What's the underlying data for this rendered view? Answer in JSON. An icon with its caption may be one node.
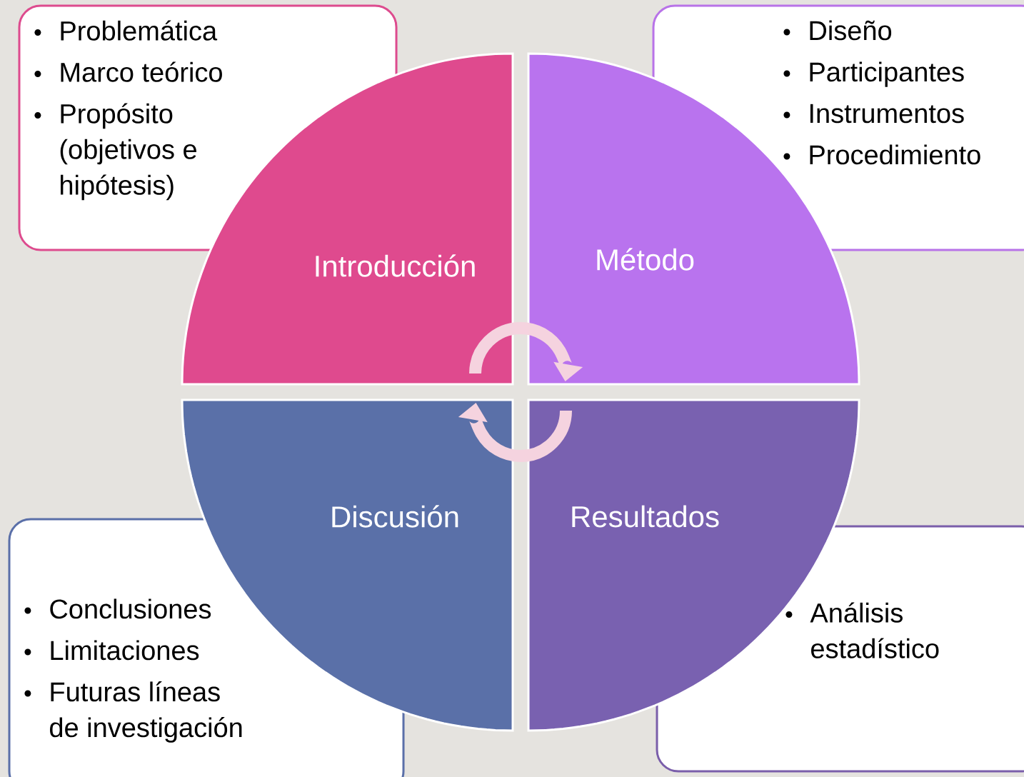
{
  "diagram": {
    "nodes": [
      {
        "text": [
          "Problemática",
          "Marco teórico",
          "Propósito (objetivos e hipótesis)"
        ]
      },
      {
        "text": [
          "Diseño",
          "Participantes",
          "Instrumentos",
          "Procedimiento"
        ]
      },
      {
        "text": [
          "Introducción"
        ]
      },
      {
        "text": [
          "Método"
        ]
      },
      {
        "text": [
          "Discusión"
        ]
      },
      {
        "text": [
          "Resultados"
        ]
      },
      {
        "text": [
          "Conclusiones",
          "Limitaciones",
          "Futuras líneas de investigación"
        ]
      },
      {
        "text": [
          "Análisis estadístico"
        ]
      }
    ],
    "edges": [
      {
        "from": 2,
        "to": 3,
        "arrow": "to"
      },
      {
        "from": 5,
        "to": 4,
        "arrow": "to"
      }
    ]
  }
}
